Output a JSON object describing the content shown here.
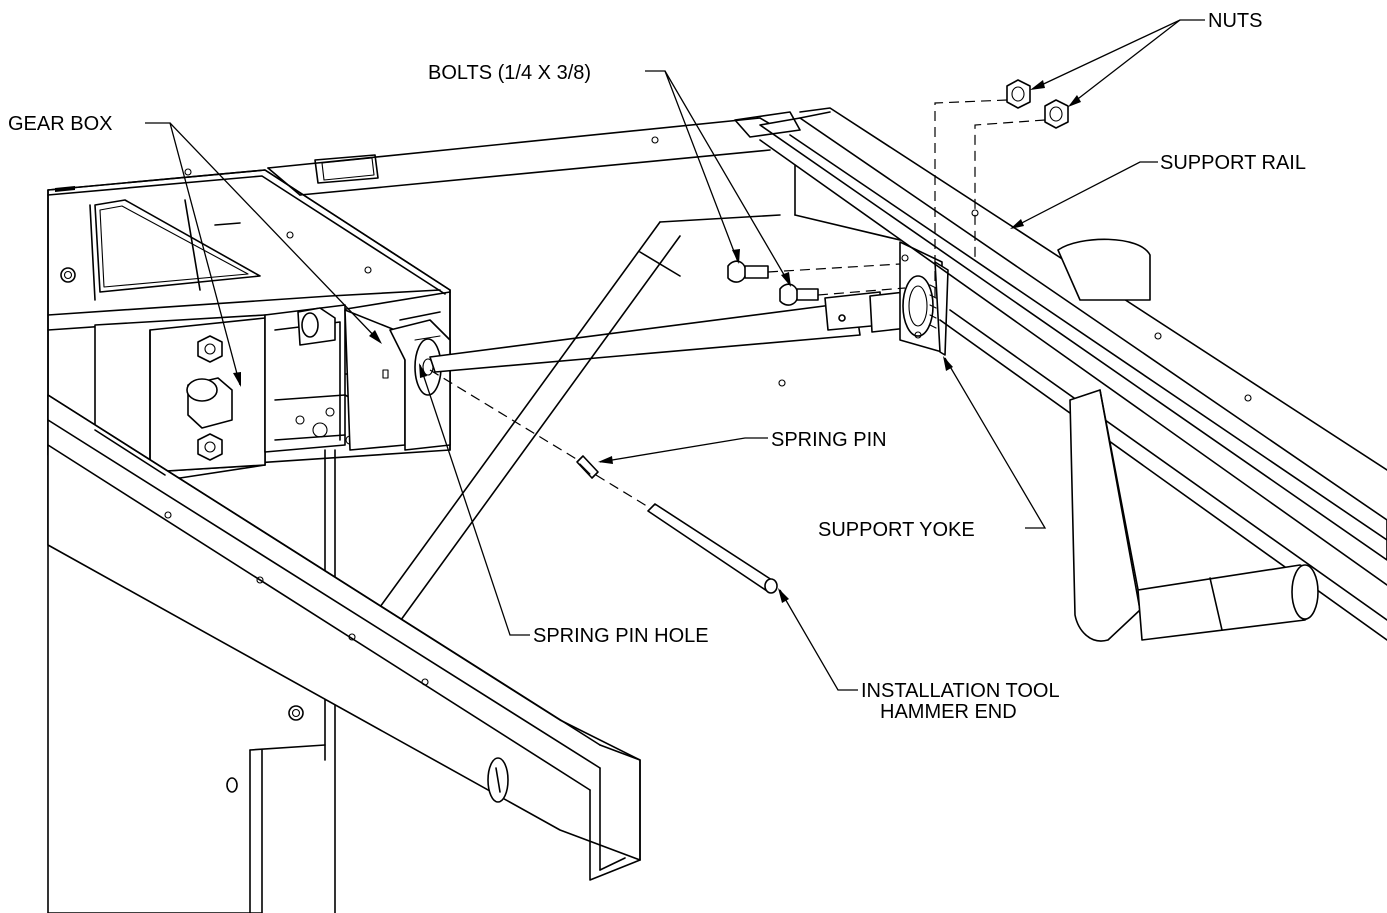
{
  "labels": {
    "nuts": "NUTS",
    "bolts": "BOLTS (1/4 X 3/8)",
    "gear_box": "GEAR BOX",
    "support_rail": "SUPPORT RAIL",
    "spring_pin": "SPRING PIN",
    "support_yoke": "SUPPORT YOKE",
    "spring_pin_hole": "SPRING PIN HOLE",
    "installation_tool_line1": "INSTALLATION TOOL",
    "installation_tool_line2": "HAMMER END"
  }
}
